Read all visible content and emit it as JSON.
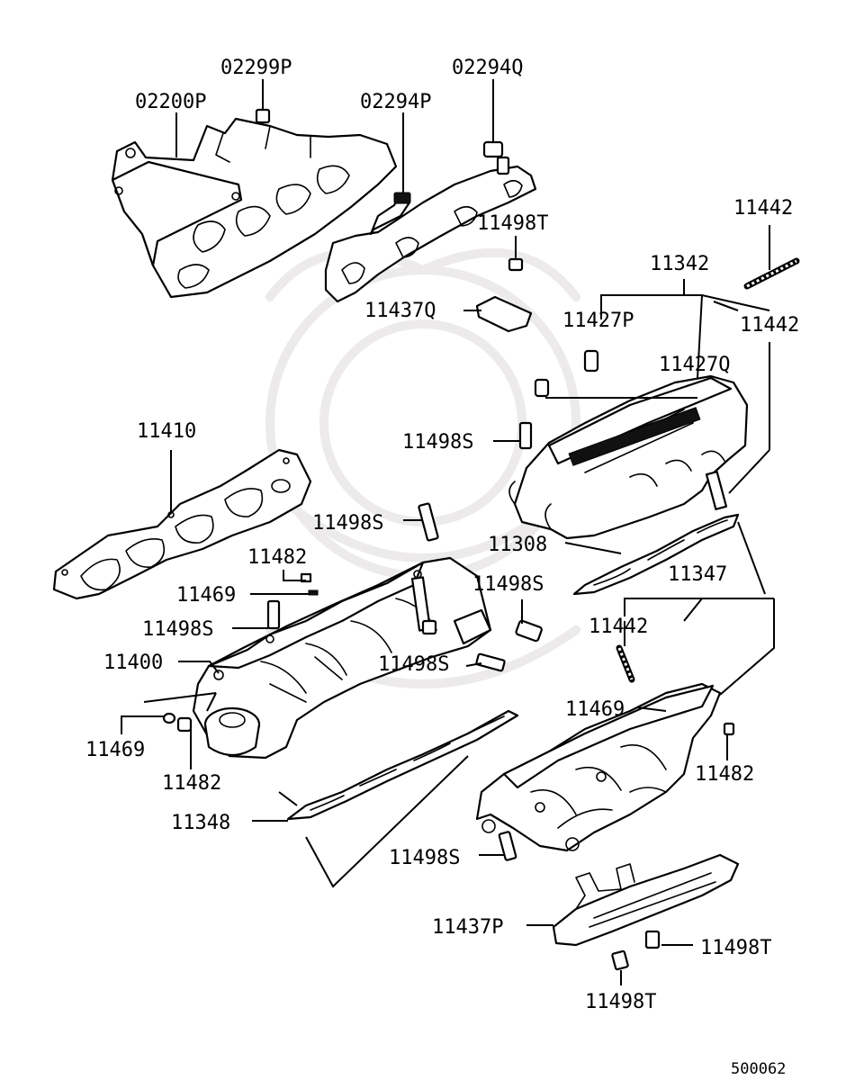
{
  "diagram": {
    "labels": {
      "p02299P": "02299P",
      "p02200P": "02200P",
      "p02294P": "02294P",
      "p02294Q": "02294Q",
      "p11498T_top": "11498T",
      "p11437Q": "11437Q",
      "p11442_top": "11442",
      "p11342": "11342",
      "p11427P": "11427P",
      "p11442_right": "11442",
      "p11427Q": "11427Q",
      "p11410": "11410",
      "p11498S_a": "11498S",
      "p11498S_b": "11498S",
      "p11308": "11308",
      "p11482_a": "11482",
      "p11498S_c": "11498S",
      "p11347": "11347",
      "p11469_a": "11469",
      "p11498S_d": "11498S",
      "p11442_mid": "11442",
      "p11400": "11400",
      "p11498S_e": "11498S",
      "p11469_b": "11469",
      "p11469_c": "11469",
      "p11482_b": "11482",
      "p11482_c": "11482",
      "p11348": "11348",
      "p11498S_f": "11498S",
      "p11437P": "11437P",
      "p11498T_a": "11498T",
      "p11498T_b": "11498T"
    },
    "diagram_code": "500062"
  }
}
